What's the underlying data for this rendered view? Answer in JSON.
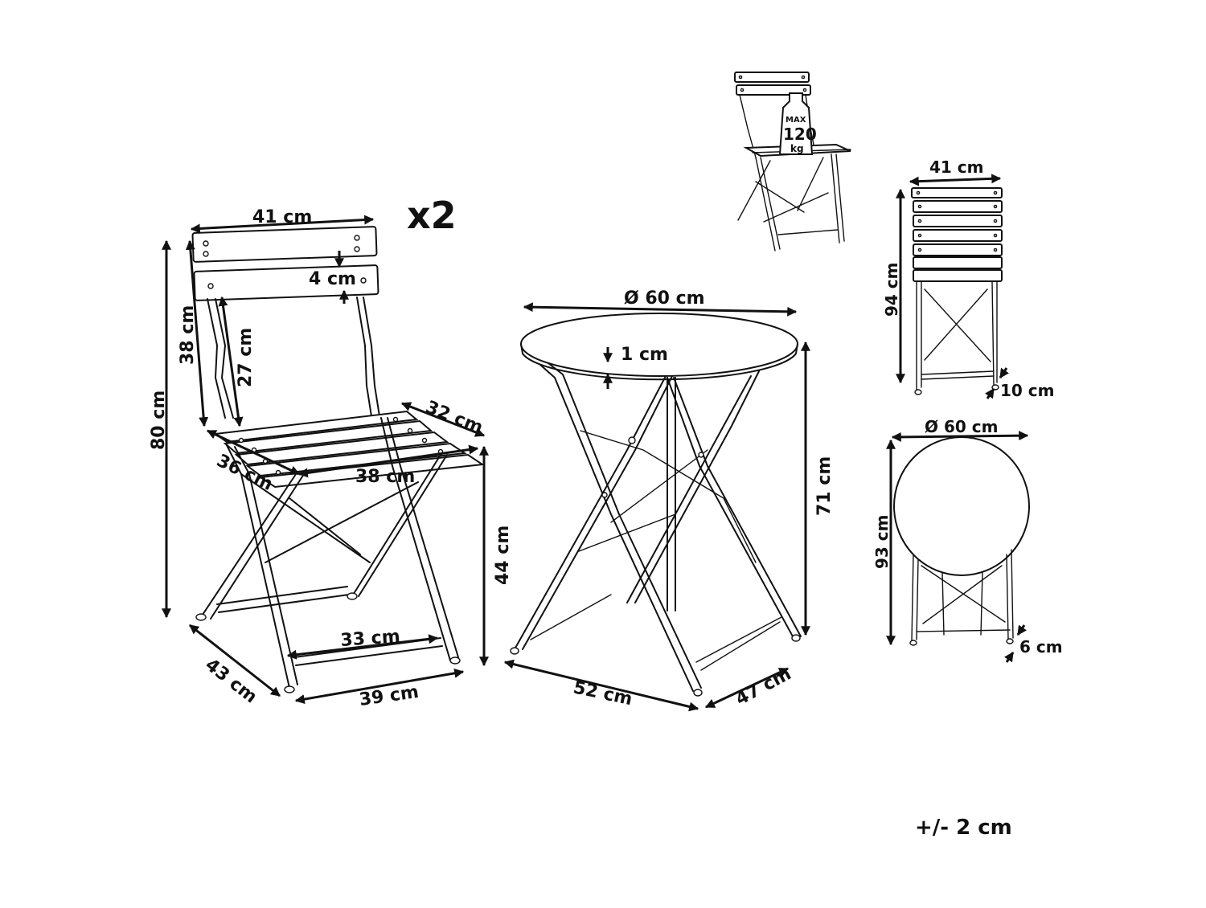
{
  "colors": {
    "ink": "#111111",
    "background": "#ffffff"
  },
  "quantity": "x2",
  "chair": {
    "back_width": "41 cm",
    "slat_height": "4 cm",
    "back_height": "38 cm",
    "back_inner_height": "27 cm",
    "total_height": "80 cm",
    "seat_depth": "32 cm",
    "seat_width_left": "36 cm",
    "seat_width_front": "38 cm",
    "seat_height": "44 cm",
    "stretcher_width": "33 cm",
    "base_depth": "43 cm",
    "base_width": "39 cm"
  },
  "table": {
    "diameter": "Ø 60 cm",
    "top_thickness": "1 cm",
    "height": "71 cm",
    "base_left": "52 cm",
    "base_right": "47 cm"
  },
  "load_badge": {
    "line1": "MAX",
    "line2": "120",
    "line3": "kg"
  },
  "folded_chair": {
    "width": "41 cm",
    "height": "94 cm",
    "depth": "10 cm"
  },
  "folded_table": {
    "diameter": "Ø 60 cm",
    "height": "93 cm",
    "depth": "6 cm"
  },
  "tolerance": "+/- 2 cm"
}
